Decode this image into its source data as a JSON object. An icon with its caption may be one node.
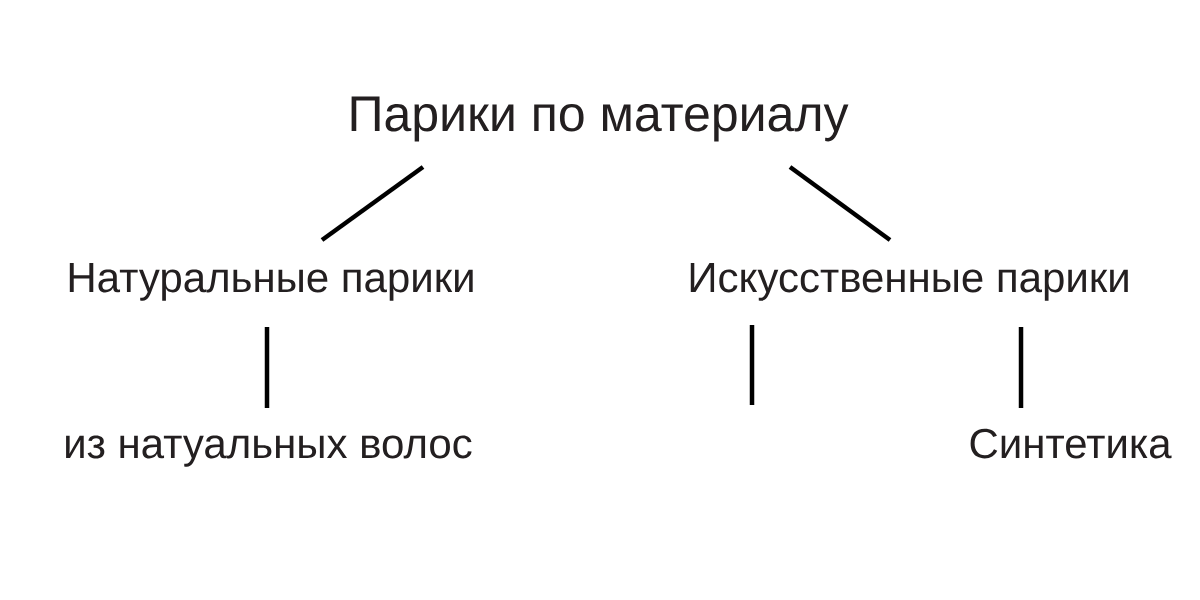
{
  "diagram": {
    "nodes": [
      {
        "text": [
          "Парики по материалу"
        ]
      },
      {
        "text": [
          "Натуральные парики"
        ]
      },
      {
        "text": [
          "Искусственные парики"
        ]
      },
      {
        "text": [
          "из натуальных волос"
        ]
      },
      {
        "text": [
          "Синтетика"
        ]
      }
    ],
    "edges": [
      {
        "from": 0,
        "to": 1,
        "arrow": "none"
      },
      {
        "from": 0,
        "to": 2,
        "arrow": "none"
      },
      {
        "from": 1,
        "to": 3,
        "arrow": "none"
      },
      {
        "from": 2,
        "to": null,
        "arrow": "none"
      },
      {
        "from": 2,
        "to": 4,
        "arrow": "none"
      }
    ]
  }
}
